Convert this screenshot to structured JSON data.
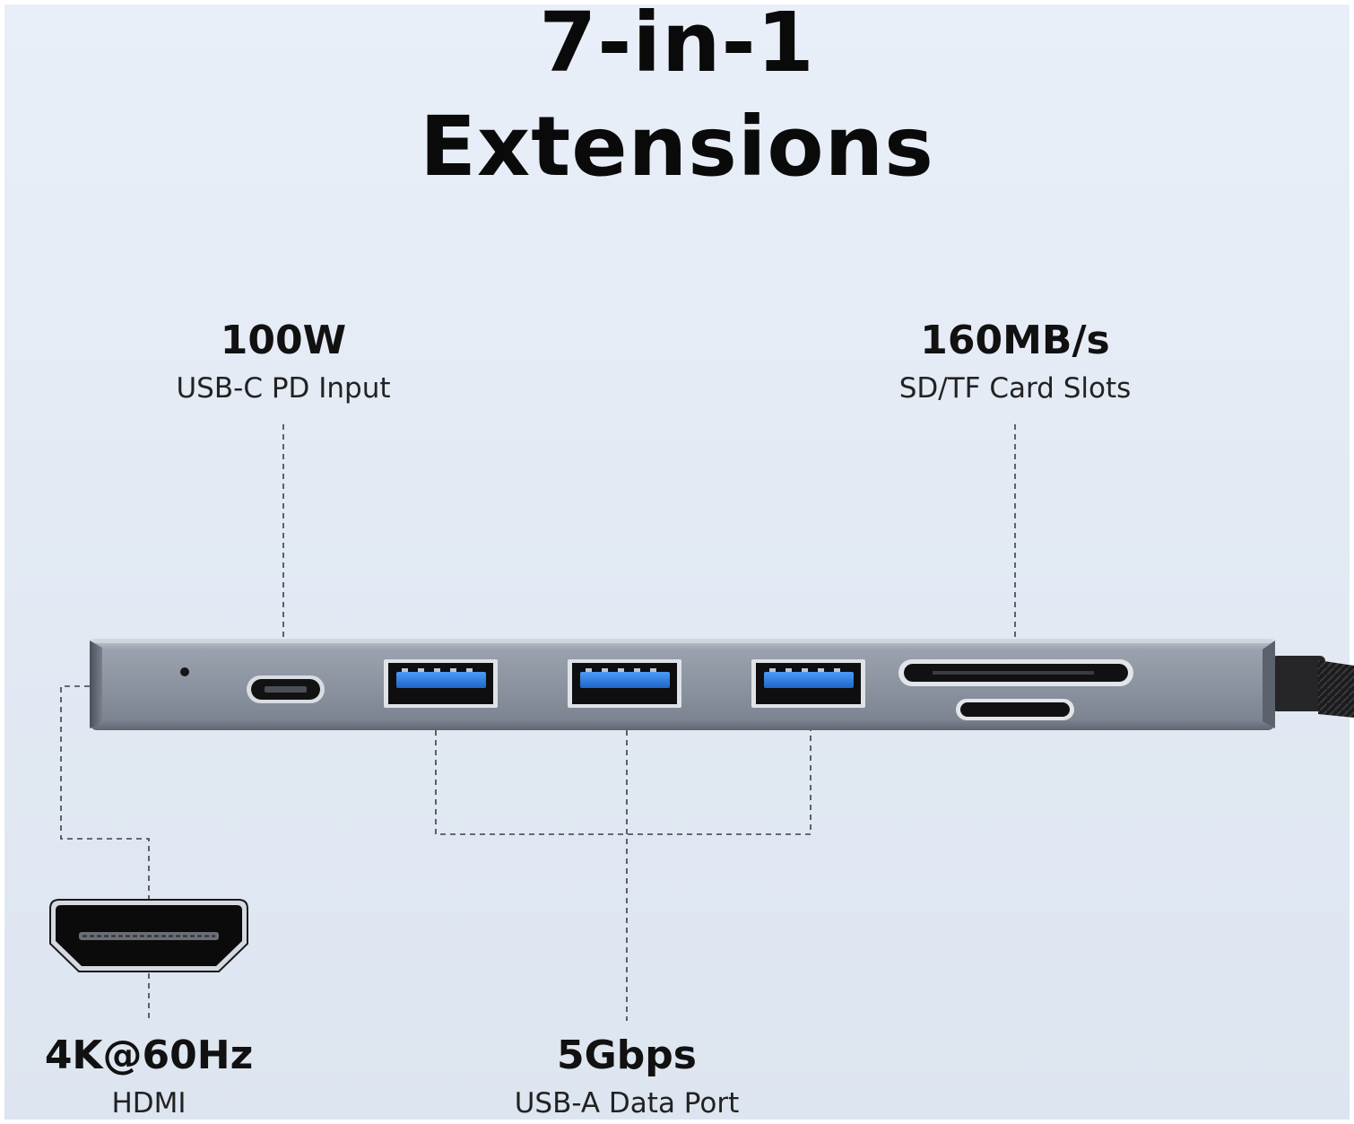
{
  "title": {
    "line1": "7-in-1",
    "line2": "Extensions"
  },
  "specs": {
    "pd": {
      "value": "100W",
      "label": "USB-C PD Input"
    },
    "card": {
      "value": "160MB/s",
      "label": "SD/TF Card Slots"
    },
    "hdmi": {
      "value": "4K@60Hz",
      "label": "HDMI"
    },
    "usba": {
      "value": "5Gbps",
      "label": "USB-A Data Port"
    }
  },
  "colors": {
    "background": "#e5ecf5",
    "hub_body": "#8e96a4",
    "usb3_blue": "#2f7fe3",
    "text": "#111111"
  }
}
